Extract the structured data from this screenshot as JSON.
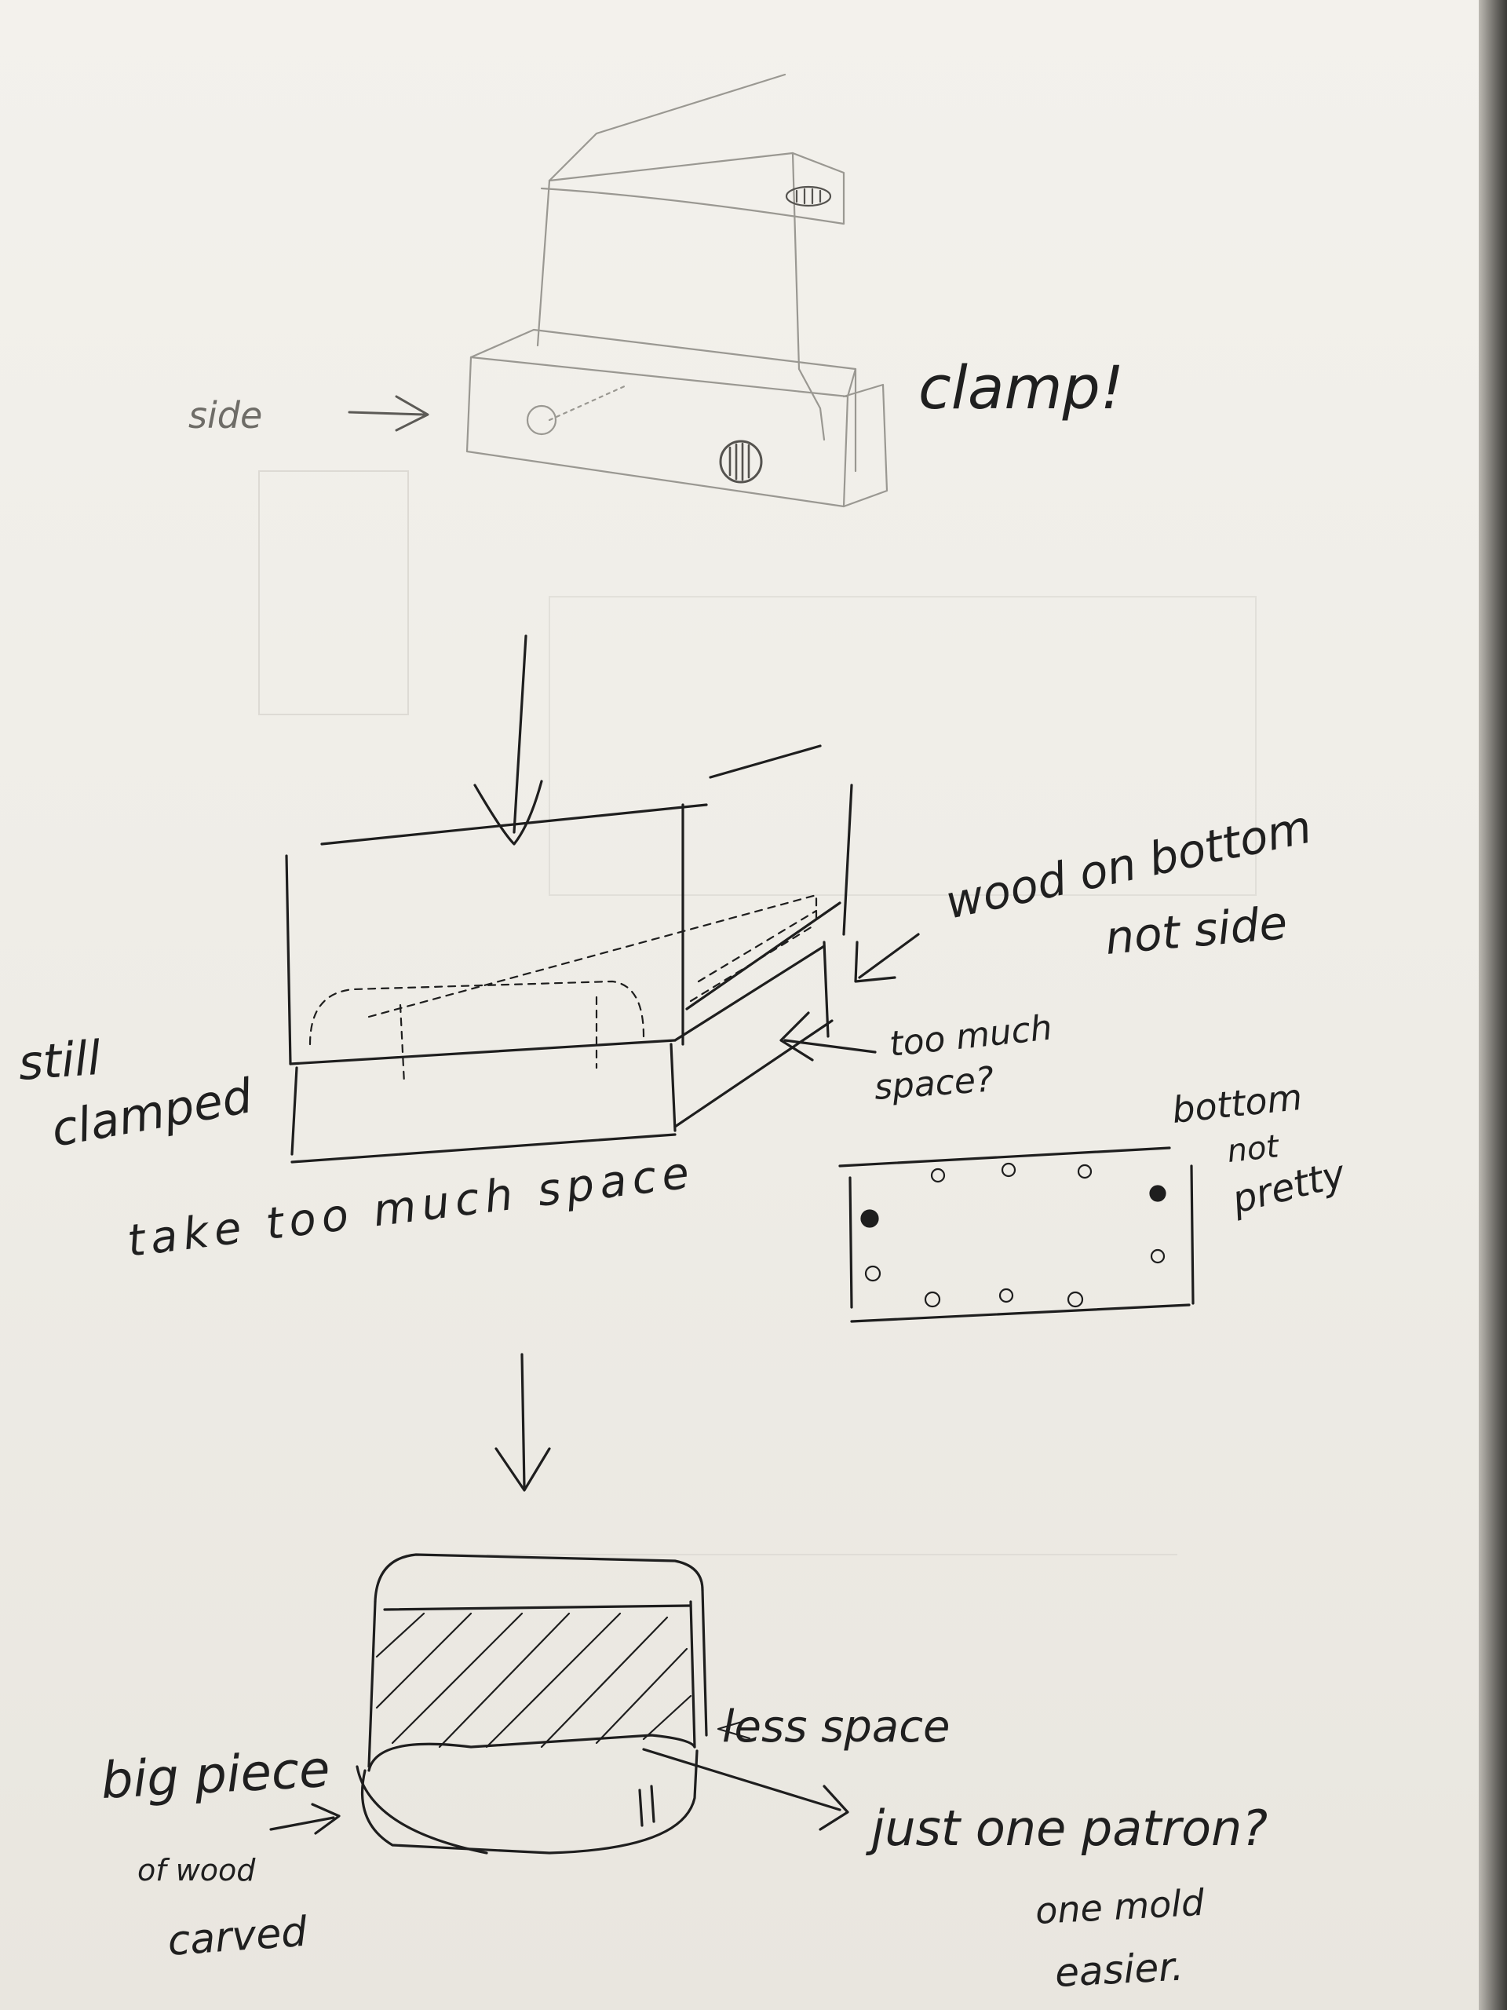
{
  "labels": {
    "side": "side",
    "clamp": "clamp!",
    "wood_on_bottom": "wood on bottom",
    "not_side": "not side",
    "too_much_space_q_1": "too much",
    "too_much_space_q_2": "space?",
    "still": "still",
    "clamped": "clamped",
    "take_too_much_space": "take too much space",
    "bottom": "bottom",
    "not": "not",
    "pretty": "pretty",
    "less_space": "less space",
    "big_piece": "big piece",
    "of_wood": "of wood",
    "carved": "carved",
    "just_one_patron": "just one patron?",
    "one_mold": "one mold",
    "easier": "easier."
  }
}
